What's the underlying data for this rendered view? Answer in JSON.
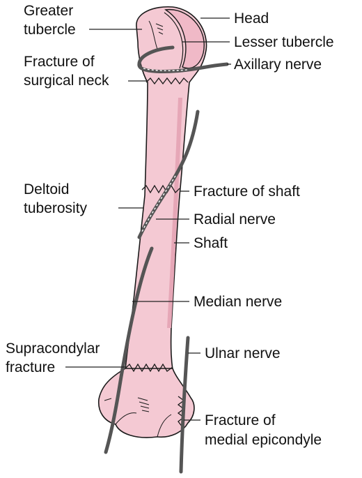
{
  "colors": {
    "bone_fill": "#f4c9d3",
    "bone_shade": "#e6a7b7",
    "outline": "#1a1a1a",
    "nerve": "#555555",
    "nerve_highlight": "#ffffff",
    "leader": "#222222"
  },
  "labels": {
    "greater_tubercle": [
      "Greater",
      "tubercle"
    ],
    "head": "Head",
    "lesser_tubercle": "Lesser tubercle",
    "axillary_nerve": "Axillary nerve",
    "fracture_surgical_neck": [
      "Fracture of",
      "surgical neck"
    ],
    "deltoid_tuberosity": [
      "Deltoid",
      "tuberosity"
    ],
    "fracture_of_shaft": "Fracture of shaft",
    "radial_nerve": "Radial nerve",
    "shaft": "Shaft",
    "median_nerve": "Median nerve",
    "supracondylar_fracture": [
      "Supracondylar",
      "fracture"
    ],
    "ulnar_nerve": "Ulnar nerve",
    "fracture_medial_epicondyle": [
      "Fracture of",
      "medial epicondyle"
    ]
  }
}
